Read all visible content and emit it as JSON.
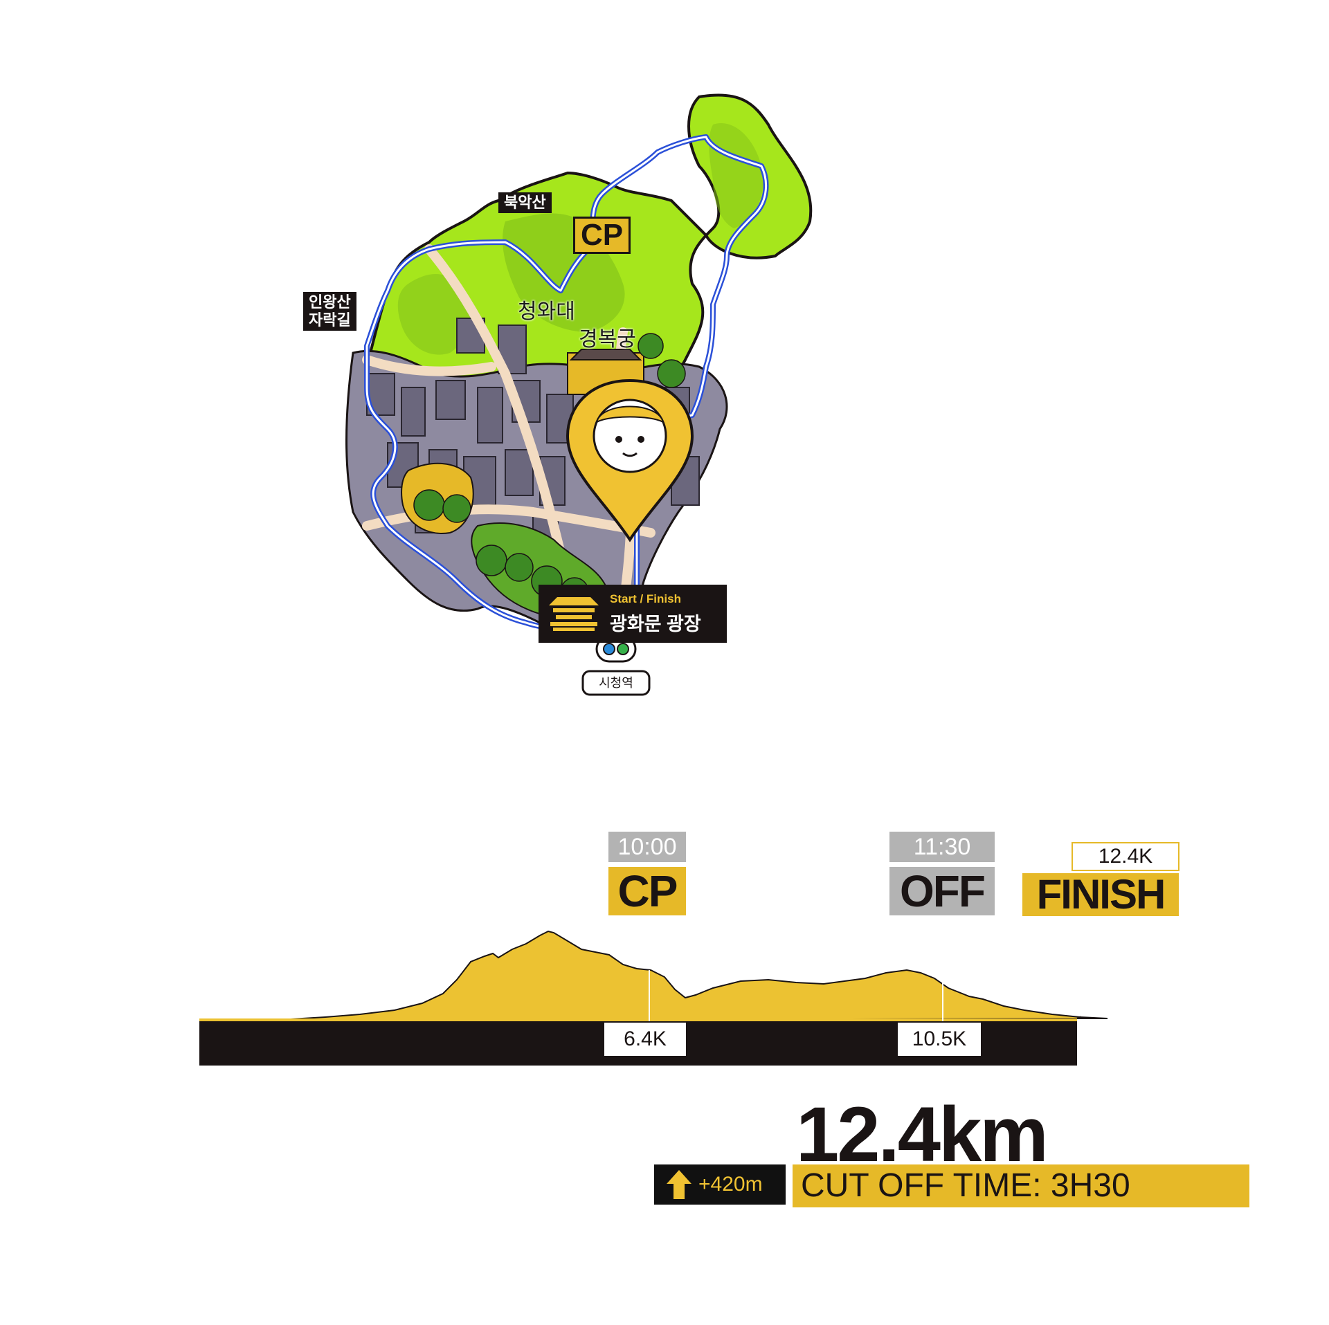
{
  "map": {
    "labels": {
      "bugaksan": "북악산",
      "inwangsan_line1": "인왕산",
      "inwangsan_line2": "자락길",
      "cheongwadae": "청와대",
      "gyeongbokgung": "경복궁",
      "station": "시청역"
    },
    "cp_badge": "CP",
    "start_finish": {
      "small": "Start / Finish",
      "name": "광화문 광장"
    },
    "colors": {
      "mountain_green": "#a6e61c",
      "route_blue": "#2b50d8",
      "accent_yellow": "#e6b928"
    }
  },
  "profile": {
    "checkpoints": [
      {
        "time": "10:00",
        "label": "CP",
        "km": "6.4K",
        "chip_color": "#b3b3b3",
        "label_bg": "#e6b928"
      },
      {
        "time": "11:30",
        "label": "OFF",
        "km": "10.5K",
        "chip_color": "#b3b3b3",
        "label_bg": "#b3b3b3"
      }
    ],
    "finish": {
      "km": "12.4K",
      "label": "FINISH",
      "label_bg": "#e6b928"
    },
    "fill_color": "#ecc232"
  },
  "stats": {
    "distance": "12.4km",
    "elevation_gain": "+420m",
    "cutoff": "CUT OFF TIME: 3H30"
  }
}
